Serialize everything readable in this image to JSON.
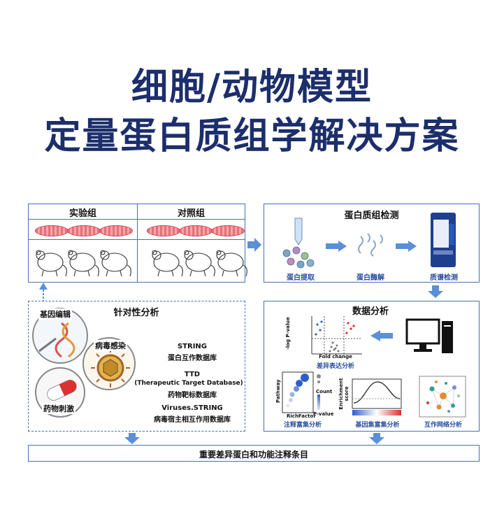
{
  "title": {
    "line1": "细胞/动物模型",
    "line2": "定量蛋白质组学解决方案"
  },
  "groups": {
    "experimental": "实验组",
    "control": "对照组"
  },
  "detection": {
    "title": "蛋白质组检测",
    "steps": [
      "蛋白提取",
      "蛋白酶解",
      "质谱检测"
    ]
  },
  "targeted": {
    "title": "针对性分析",
    "tags": [
      "基因编辑",
      "病毒感染",
      "药物刺激"
    ],
    "databases": [
      {
        "name": "STRING",
        "desc": "蛋白互作数据库"
      },
      {
        "name": "TTD",
        "name2": "(Therapeutic Target Database)",
        "desc": "药物靶标数据库"
      },
      {
        "name": "Viruses.STRING",
        "desc": "病毒宿主相互作用数据库"
      }
    ]
  },
  "analysis": {
    "title": "数据分析",
    "volcano": {
      "ylabel": "-log P-value",
      "xlabel": "Fold change",
      "caption": "差异表达分析"
    },
    "enrich": {
      "ylabel": "Pathway",
      "xlabel": "RichFactor",
      "legend_count": "Count",
      "legend_p": "P-value",
      "caption": "注释富集分析"
    },
    "gsea": {
      "ylabel": "Enrichment score",
      "caption": "基因集富集分析"
    },
    "network": {
      "caption": "互作网络分析"
    }
  },
  "bottom": {
    "label": "重要差异蛋白和功能注释条目"
  },
  "colors": {
    "title": "#1c2e6b",
    "border": "#4a6fb0",
    "arrow": "#5b8fd6",
    "caption": "#2a4fa0"
  }
}
